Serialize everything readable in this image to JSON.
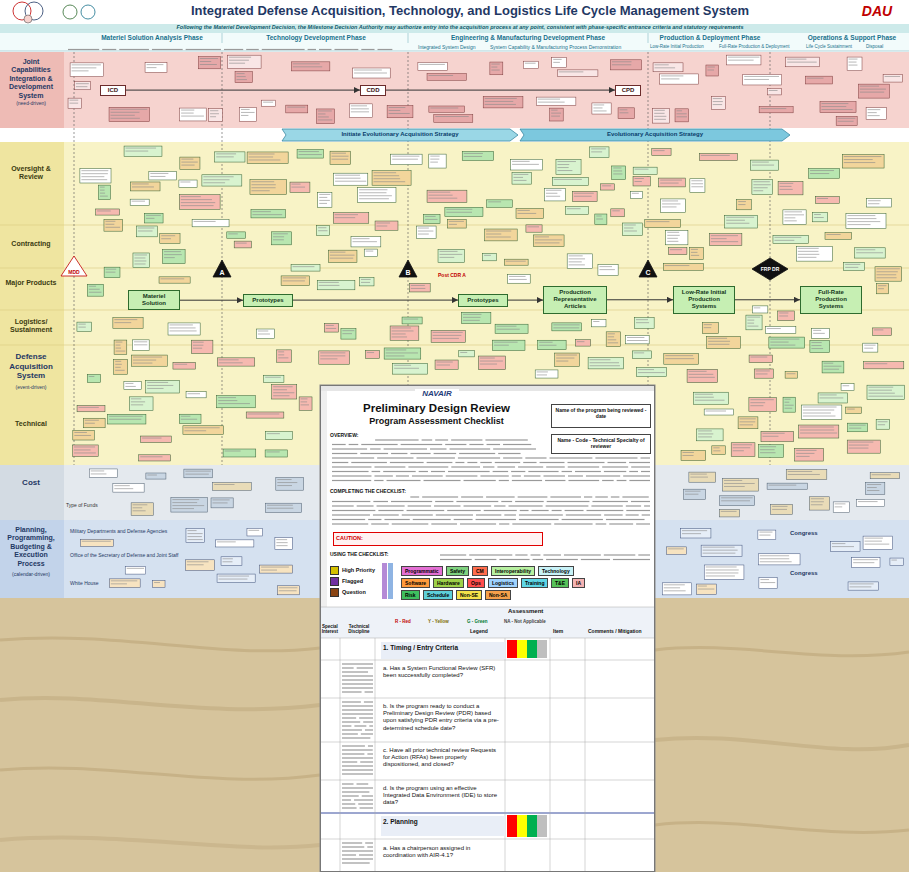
{
  "diagram": {
    "title": "Integrated Defense Acquisition, Technology, and Logistics Life Cycle Management System",
    "nodes": [
      {
        "text": [
          "Integrated Defense Acquisition, Technology, and Logistics Life Cycle Management System"
        ]
      },
      {
        "text": [
          "DAU"
        ]
      },
      {
        "text": [
          "Following the Materiel Development Decision, the Milestone Decision Authority may authorize entry into the acquisition process at any point, consistent with phase-specific entrance criteria and statutory requirements"
        ]
      },
      {
        "text": [
          "Materiel Solution Analysis Phase"
        ]
      },
      {
        "text": [
          "Technology Development Phase"
        ]
      },
      {
        "text": [
          "Engineering & Manufacturing Development Phase"
        ]
      },
      {
        "text": [
          "Production & Deployment Phase"
        ]
      },
      {
        "text": [
          "Operations & Support Phase"
        ]
      },
      {
        "text": [
          "ICD"
        ]
      },
      {
        "text": [
          "CDD"
        ]
      },
      {
        "text": [
          "CPD"
        ]
      },
      {
        "text": [
          "Initiate Evolutionary Acquisition Strategy"
        ]
      },
      {
        "text": [
          "Evolutionary Acquisition Strategy"
        ]
      },
      {
        "text": [
          "MDD"
        ]
      },
      {
        "text": [
          "A"
        ]
      },
      {
        "text": [
          "B"
        ]
      },
      {
        "text": [
          "C"
        ]
      },
      {
        "text": [
          "FRP DR"
        ]
      },
      {
        "text": [
          "Materiel Solution"
        ]
      },
      {
        "text": [
          "Prototypes"
        ]
      },
      {
        "text": [
          "Prototypes"
        ]
      },
      {
        "text": [
          "Production Representative Articles"
        ]
      },
      {
        "text": [
          "Low-Rate Initial Production Systems"
        ]
      },
      {
        "text": [
          "Full-Rate Production Systems"
        ]
      },
      {
        "text": [
          "Preliminary Design Review",
          "Program Assessment Checklist"
        ]
      },
      {
        "text": [
          "Name of the program being reviewed - date"
        ],
        "in": 24
      },
      {
        "text": [
          "Name - Code - Technical Specialty of reviewer"
        ],
        "in": 24
      },
      {
        "text": [
          "CAUTION:"
        ],
        "in": 24
      },
      {
        "text": [
          "Programmatic"
        ],
        "in": 24
      },
      {
        "text": [
          "Safety"
        ],
        "in": 24
      },
      {
        "text": [
          "CM"
        ],
        "in": 24
      },
      {
        "text": [
          "Interoperability"
        ],
        "in": 24
      },
      {
        "text": [
          "Technology"
        ],
        "in": 24
      },
      {
        "text": [
          "Software"
        ],
        "in": 24
      },
      {
        "text": [
          "Hardware"
        ],
        "in": 24
      },
      {
        "text": [
          "Ops"
        ],
        "in": 24
      },
      {
        "text": [
          "Logistics"
        ],
        "in": 24
      },
      {
        "text": [
          "Training"
        ],
        "in": 24
      },
      {
        "text": [
          "T&E"
        ],
        "in": 24
      },
      {
        "text": [
          "IA"
        ],
        "in": 24
      },
      {
        "text": [
          "Risk"
        ],
        "in": 24
      },
      {
        "text": [
          "Schedule"
        ],
        "in": 24
      },
      {
        "text": [
          "Non-SE"
        ],
        "in": 24
      },
      {
        "text": [
          "Non-SA"
        ],
        "in": 24
      },
      {
        "text": [
          "1. Timing / Entry Criteria"
        ],
        "in": 24
      },
      {
        "text": [
          "a. Has a System Functional Review (SFR) been successfully completed?"
        ],
        "in": 24
      },
      {
        "text": [
          "b. Is the program ready to conduct a Preliminary Design Review (PDR) based upon satisfying PDR entry criteria via a pre-determined schedule date?"
        ],
        "in": 24
      },
      {
        "text": [
          "c. Have all prior technical review Requests for Action (RFAs) been properly dispositioned, and closed?"
        ],
        "in": 24
      },
      {
        "text": [
          "d. Is the program using an effective Integrated Data Environment (IDE) to store data?"
        ],
        "in": 24
      },
      {
        "text": [
          "2. Planning"
        ],
        "in": 24
      },
      {
        "text": [
          "a. Has a chairperson assigned in coordination with AIR-4.1?"
        ],
        "in": 24
      }
    ],
    "edges": [
      {
        "from": 8,
        "to": 9,
        "arrow": "to"
      },
      {
        "from": 9,
        "to": 10,
        "arrow": "to"
      },
      {
        "from": 18,
        "to": 19,
        "arrow": "to"
      },
      {
        "from": 19,
        "to": 20,
        "arrow": "to"
      },
      {
        "from": 20,
        "to": 21,
        "arrow": "to"
      },
      {
        "from": 21,
        "to": 22,
        "arrow": "to"
      },
      {
        "from": 22,
        "to": 23,
        "arrow": "to"
      }
    ],
    "labels": [
      "Joint Capabilities Integration & Development System",
      "(need-driven)",
      "Oversight & Review",
      "Contracting",
      "Major Products",
      "Logistics/ Sustainment",
      "Defense Acquisition System",
      "(event-driven)",
      "Technical",
      "Cost",
      "Type of Funds",
      "Planning, Programming, Budgeting & Execution Process",
      "(calendar-driven)",
      "Integrated System Design",
      "System Capability & Manufacturing Process Demonstration",
      "Low-Rate Initial Production",
      "Full-Rate Production & Deployment",
      "Life Cycle Sustainment",
      "Disposal",
      "Post CDR A",
      "Military Departments and Defense Agencies",
      "Office of the Secretary of Defense and Joint Staff",
      "White House",
      "Congress",
      "Congress",
      "NAVAIR",
      "OVERVIEW:",
      "COMPLETING THE CHECKLIST:",
      "USING THE CHECKLIST:",
      "Assessment",
      "R - Red",
      "Y - Yellow",
      "G - Green",
      "NA - Not Applicable",
      "Special Interest",
      "Technical Discipline",
      "Legend",
      "Item",
      "Comments / Mitigation"
    ],
    "legend": [
      {
        "text": "High Priority",
        "color": "#d4c000"
      },
      {
        "text": "Flagged",
        "color": "#7030a0"
      },
      {
        "text": "Question",
        "color": "#8b4513"
      }
    ]
  }
}
